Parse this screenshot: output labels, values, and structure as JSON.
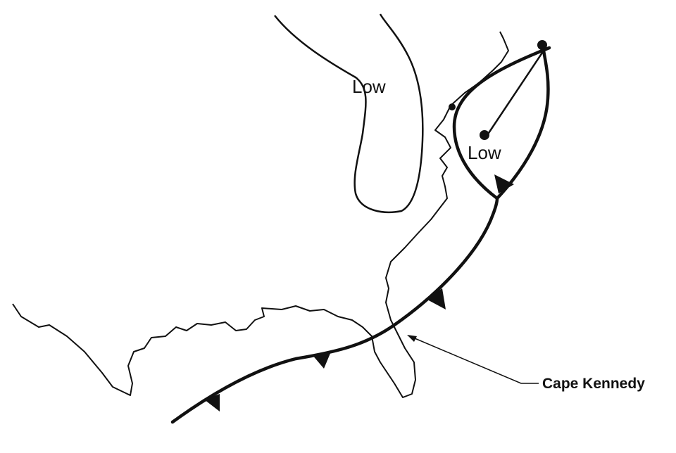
{
  "labels": {
    "low_upper": "Low",
    "low_storm": "Low",
    "cape": "Cape Kennedy"
  }
}
